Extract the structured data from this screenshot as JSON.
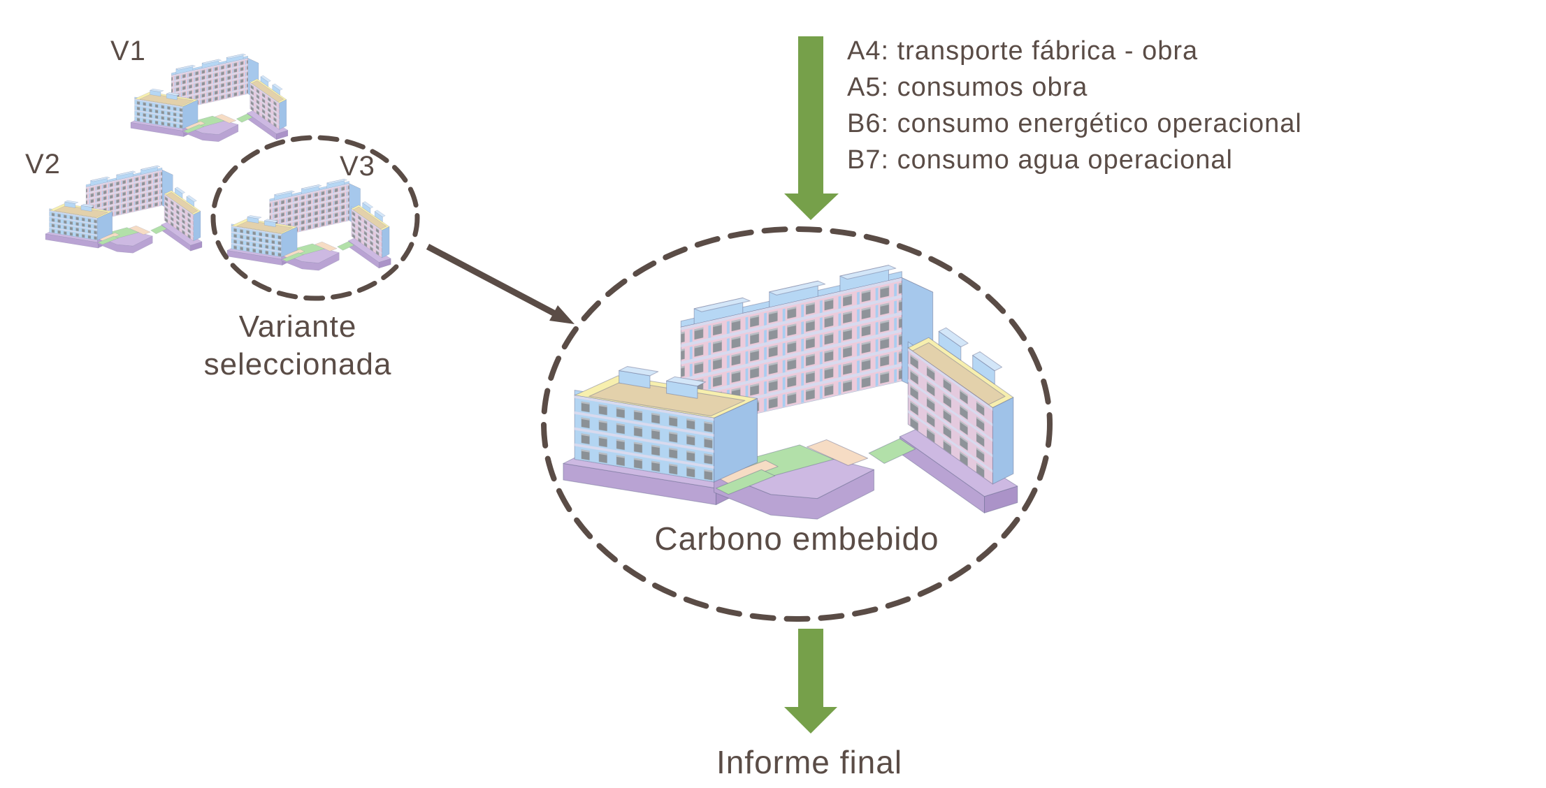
{
  "variants": [
    {
      "label": "V1"
    },
    {
      "label": "V2"
    },
    {
      "label": "V3"
    }
  ],
  "selected_variant_caption": "Variante seleccionada",
  "process_inputs": {
    "lines": [
      "A4: transporte fábrica - obra",
      "A5: consumos obra",
      "B6: consumo energético operacional",
      "B7: consumo agua operacional"
    ]
  },
  "embedded_carbon": {
    "label": "Carbono embebido"
  },
  "final_report": {
    "label": "Informe final"
  },
  "palette": {
    "accent_green": "#76a04a",
    "ink_brown": "#5a4c46",
    "building_wall_blue": "#b3d5f2",
    "building_facade_pink": "#eccbdb",
    "roof_yellow": "#f7efae",
    "roof_tan": "#e3d1ab",
    "base_purple": "#cdb9e2",
    "lawn_green": "#b2e0a9",
    "path_peach": "#f6dcc4"
  }
}
